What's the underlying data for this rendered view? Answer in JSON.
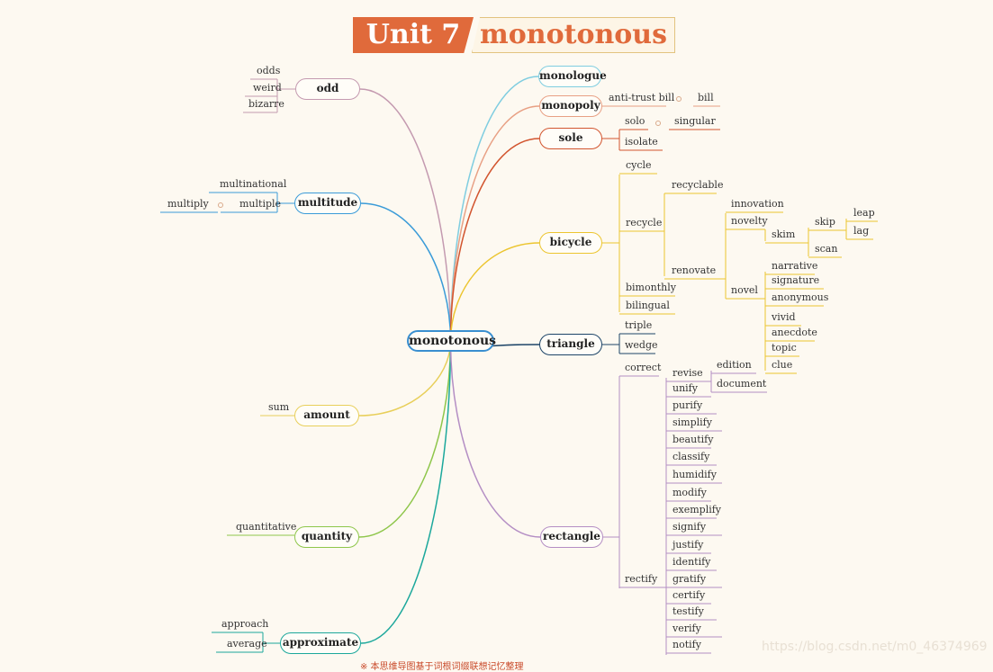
{
  "banner": {
    "unit": "Unit 7",
    "word": "monotonous"
  },
  "root": "monotonous",
  "watermark": "https://blog.csdn.net/m0_46374969",
  "footer": "※ 本思维导图基于词根词缀联想记忆整理",
  "branches": {
    "odd": {
      "label": "odd",
      "color": "#c49ab0",
      "leaves": [
        "odds",
        "weird",
        "bizarre"
      ]
    },
    "multitude": {
      "label": "multitude",
      "color": "#3a9bd8",
      "leaves": [
        "multinational",
        "multiple",
        "multiply"
      ]
    },
    "amount": {
      "label": "amount",
      "color": "#e8cf5a",
      "leaves": [
        "sum"
      ]
    },
    "quantity": {
      "label": "quantity",
      "color": "#8ec64a",
      "leaves": [
        "quantitative"
      ]
    },
    "approximate": {
      "label": "approximate",
      "color": "#1ca89c",
      "leaves": [
        "approach",
        "average"
      ]
    },
    "monologue": {
      "label": "monologue",
      "color": "#7fcde0",
      "leaves": []
    },
    "monopoly": {
      "label": "monopoly",
      "color": "#e8a084",
      "leaves": [
        "anti-trust bill",
        "bill"
      ]
    },
    "sole": {
      "label": "sole",
      "color": "#d2552f",
      "leaves": [
        "solo",
        "singular",
        "isolate"
      ]
    },
    "bicycle": {
      "label": "bicycle",
      "color": "#ecc52f",
      "leaves": [
        "cycle",
        "recycle",
        "recyclable",
        "renovate",
        "innovation",
        "novelty",
        "skim",
        "skip",
        "leap",
        "lag",
        "scan",
        "novel",
        "narrative",
        "signature",
        "anonymous",
        "vivid",
        "anecdote",
        "topic",
        "clue",
        "bimonthly",
        "bilingual"
      ]
    },
    "triangle": {
      "label": "triangle",
      "color": "#1d4568",
      "leaves": [
        "triple",
        "wedge"
      ]
    },
    "rectangle": {
      "label": "rectangle",
      "color": "#b48ec4",
      "leaves": [
        "correct",
        "rectify",
        "revise",
        "edition",
        "document",
        "unify",
        "purify",
        "simplify",
        "beautify",
        "classify",
        "humidify",
        "modify",
        "exemplify",
        "signify",
        "justify",
        "identify",
        "gratify",
        "certify",
        "testify",
        "verify",
        "notify"
      ]
    }
  }
}
